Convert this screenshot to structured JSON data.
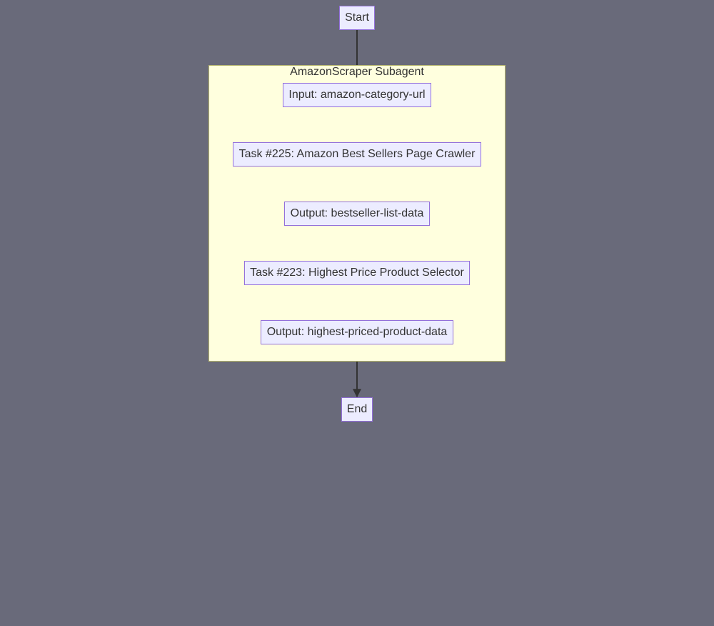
{
  "diagram": {
    "type": "flowchart",
    "direction": "top-down",
    "colors": {
      "background": "#696a7a",
      "node_fill": "#ececff",
      "node_border": "#9370db",
      "subgraph_fill": "#ffffde",
      "subgraph_border": "#b3b36b",
      "edge": "#333333",
      "text": "#333333"
    },
    "subgraph": {
      "title": "AmazonScraper Subagent"
    },
    "nodes": {
      "start": "Start",
      "input": "Input: amazon-category-url",
      "task225": "Task #225: Amazon Best Sellers Page Crawler",
      "output1": "Output: bestseller-list-data",
      "task223": "Task #223: Highest Price Product Selector",
      "output2": "Output: highest-priced-product-data",
      "end": "End"
    },
    "edges": [
      {
        "from": "start",
        "to": "input"
      },
      {
        "from": "input",
        "to": "task225"
      },
      {
        "from": "task225",
        "to": "output1"
      },
      {
        "from": "output1",
        "to": "task223"
      },
      {
        "from": "task223",
        "to": "output2"
      },
      {
        "from": "output2",
        "to": "end"
      }
    ]
  }
}
